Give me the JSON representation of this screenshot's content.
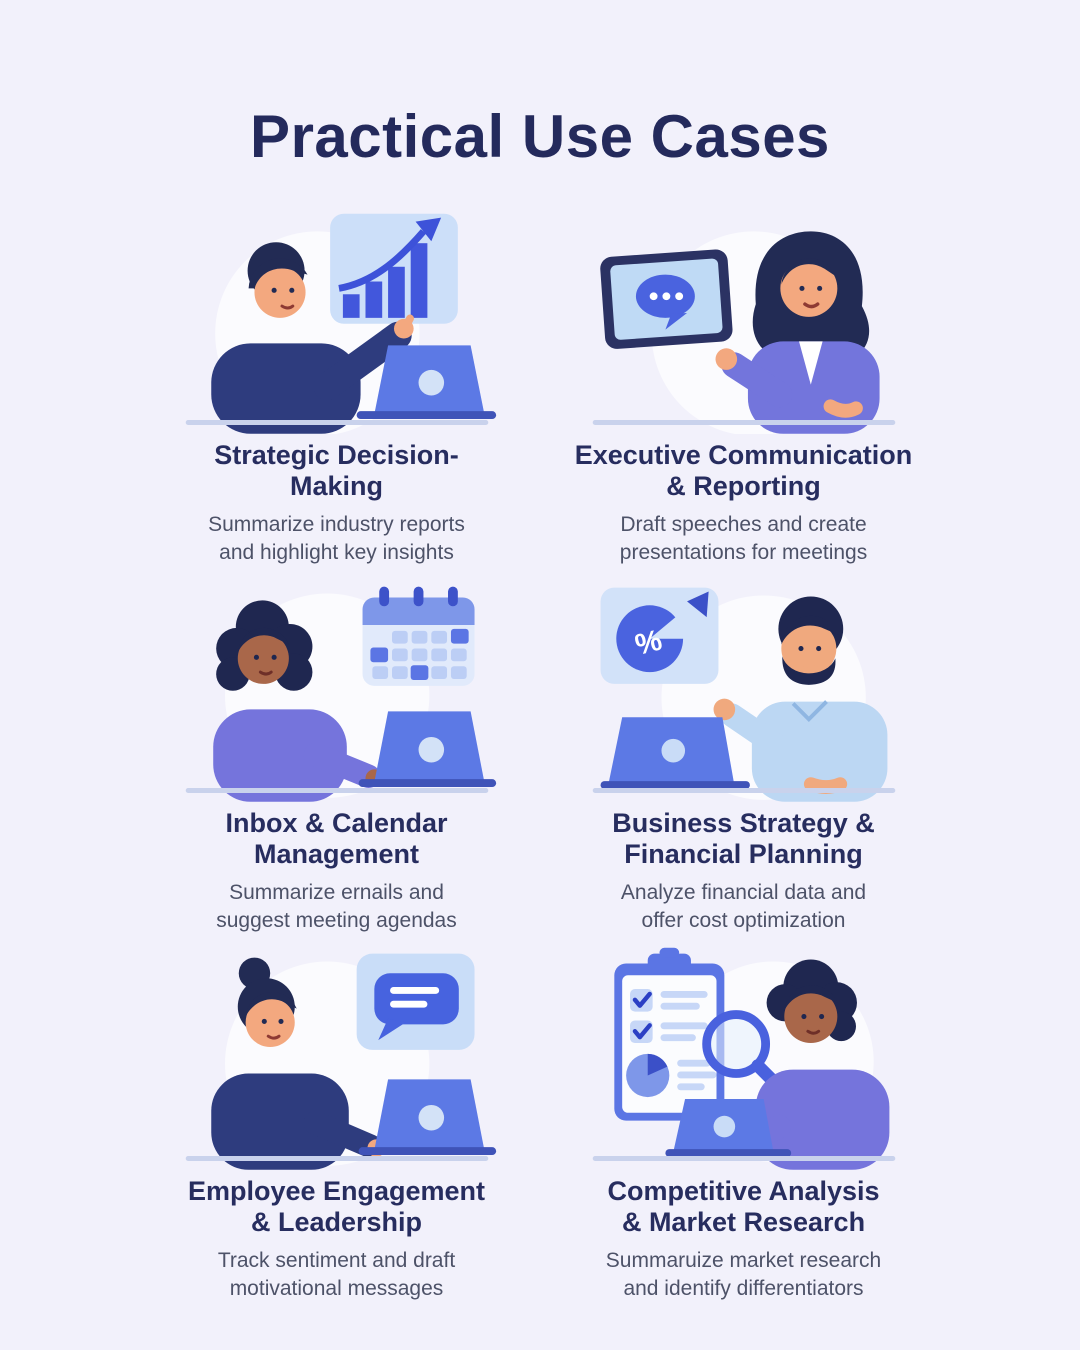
{
  "page": {
    "title": "Practical Use Cases",
    "background_color": "#F2F1FB",
    "title_color": "#242A5C",
    "heading_color": "#272D5F",
    "body_text_color": "#4D5268",
    "accent_blue": "#4961DE",
    "bar_blue": "#4257DC",
    "laptop_blue": "#5C79E5",
    "card_light_blue": "#CCDFF9",
    "periwinkle": "#7375DC",
    "navy": "#2E3C7E",
    "desk_line_color": "#C9D2EC"
  },
  "panels": [
    {
      "id": "strategic-decision-making",
      "title": "Strategic Decision-\nMaking",
      "description": "Summarize industry reports\nand highlight key insights",
      "icon": "bar-chart-growth-icon",
      "illustration": "person pointing at rising bar chart card beside laptop"
    },
    {
      "id": "executive-communication-reporting",
      "title": "Executive Communication\n& Reporting",
      "description": "Draft speeches and create\npresentations for meetings",
      "icon": "tablet-chat-bubble-icon",
      "illustration": "woman in blazer presenting tablet with speech bubble"
    },
    {
      "id": "inbox-calendar-management",
      "title": "Inbox & Calendar\nManagement",
      "description": "Summarize ernails and\nsuggest meeting agendas",
      "icon": "calendar-icon",
      "illustration": "woman typing on laptop under calendar icon"
    },
    {
      "id": "business-strategy-financial-planning",
      "title": "Business Strategy &\nFinancial Planning",
      "description": "Analyze financial data and\noffer cost optimization",
      "icon": "pie-chart-percent-icon",
      "illustration": "bearded man gesturing at pie chart card over laptop"
    },
    {
      "id": "employee-engagement-leadership",
      "title": "Employee Engagement\n& Leadership",
      "description": "Track sentiment and draft\nmotivational messages",
      "icon": "message-bubble-icon",
      "illustration": "woman with bun typing on laptop under chat bubble card"
    },
    {
      "id": "competitive-analysis-market-research",
      "title": "Competitive Analysis\n& Market Research",
      "description": "Summaruize market research\nand identify differentiators",
      "icon": "clipboard-magnifier-icon",
      "illustration": "man at laptop beside checklist clipboard with magnifying glass"
    }
  ]
}
